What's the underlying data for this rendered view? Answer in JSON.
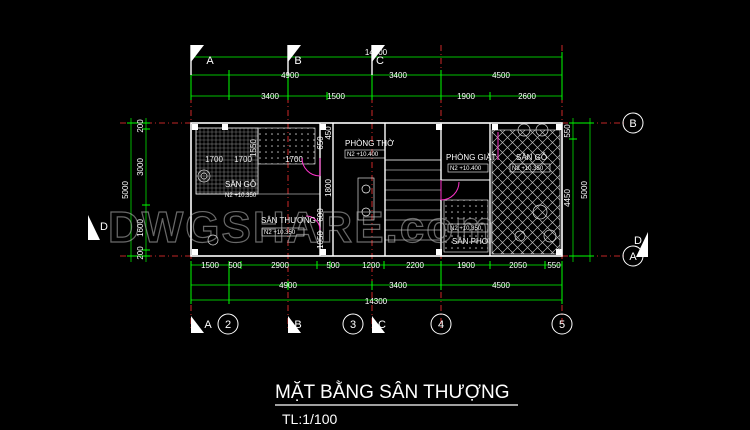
{
  "drawing": {
    "title": "MẶT BẰNG SÂN THƯỢNG",
    "scale": "TL:1/100"
  },
  "watermark": "DWGSHARE.com",
  "axes": {
    "A1": "A",
    "B1": "B",
    "C1": "C",
    "D1": "D",
    "A2": "A",
    "B2": "B",
    "C2": "C",
    "D2": "D",
    "n2": "2",
    "n3": "3",
    "n4": "4",
    "n5": "5",
    "rowB": "B",
    "rowA": "A",
    "rowD": "D"
  },
  "rooms": {
    "phong_tho": "PHÒNG THỜ",
    "phong_tho_tag": "N2 +10.400",
    "phong_giat": "PHÒNG GIẶT",
    "phong_giat_tag": "N2 +10.400",
    "san_go_left": "SÂN GỖ",
    "san_go_left_tag": "N2 +10.350",
    "san_thuong": "SÂN THƯỢNG",
    "san_thuong_tag": "N2 +10.350",
    "san_go_right": "SÂN GỖ",
    "san_go_right_tag": "N2 +10.350",
    "san_phoi": "SÂN PHƠI",
    "san_phoi_tag": "N2 +10.350"
  },
  "dims": {
    "top_total": "14300",
    "top_4900": "4900",
    "top_3400": "3400",
    "top_4500": "4500",
    "top_r3_3400": "3400",
    "top_r3_1500": "1500",
    "top_r3_1900": "1900",
    "top_r3_2600": "2600",
    "bot_1500": "1500",
    "bot_500": "500",
    "bot_2900": "2900",
    "bot_500b": "500",
    "bot_1200": "1200",
    "bot_2200": "2200",
    "bot_1900": "1900",
    "bot_2050": "2050",
    "bot_550": "550",
    "bot2_4900": "4900",
    "bot2_3400": "3400",
    "bot2_4500": "4500",
    "bot_total": "14300",
    "left_5000": "5000",
    "left_200a": "200",
    "left_3000": "3000",
    "left_1600": "1600",
    "left_200b": "200",
    "right_550": "550",
    "right_5000": "5000",
    "right_4450": "4450",
    "in_1700a": "1700",
    "in_1700b": "1700",
    "in_1700c": "1700",
    "in_1800": "1800",
    "in_650": "650",
    "in_450": "450",
    "in_600": "600",
    "in_1550": "1550",
    "in_1050": "1050"
  },
  "colors": {
    "background": "#000000",
    "wall": "#ffffff",
    "dimension": "#00ff00",
    "axis_line": "#ff3333",
    "door": "#ff33cc",
    "hatch": "#bbbbbb"
  }
}
